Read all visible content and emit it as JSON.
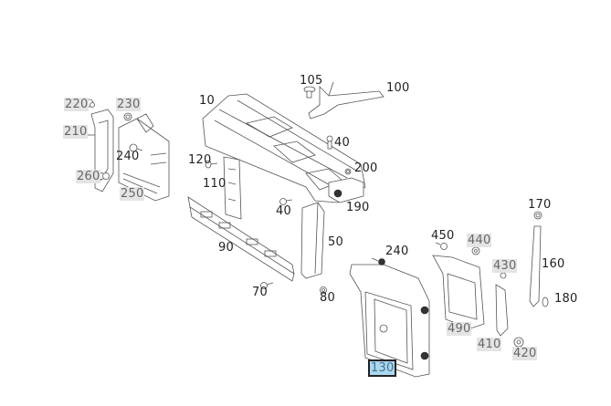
{
  "diagram": {
    "title": "Front end carrier parts diagram",
    "selected_part": "130",
    "colors": {
      "line": "#555555",
      "highlight_bg": "#e4e4e4",
      "selected_bg": "#a9d8f0",
      "selected_border": "#222222"
    },
    "labels": [
      {
        "id": "l10",
        "text": "10",
        "style": "normal"
      },
      {
        "id": "l40a",
        "text": "40",
        "style": "normal"
      },
      {
        "id": "l40b",
        "text": "40",
        "style": "normal"
      },
      {
        "id": "l50",
        "text": "50",
        "style": "normal"
      },
      {
        "id": "l70",
        "text": "70",
        "style": "normal"
      },
      {
        "id": "l80",
        "text": "80",
        "style": "normal"
      },
      {
        "id": "l90",
        "text": "90",
        "style": "normal"
      },
      {
        "id": "l100",
        "text": "100",
        "style": "normal"
      },
      {
        "id": "l105",
        "text": "105",
        "style": "normal"
      },
      {
        "id": "l110",
        "text": "110",
        "style": "normal"
      },
      {
        "id": "l120",
        "text": "120",
        "style": "normal"
      },
      {
        "id": "l130",
        "text": "130",
        "style": "selected"
      },
      {
        "id": "l160",
        "text": "160",
        "style": "normal"
      },
      {
        "id": "l170",
        "text": "170",
        "style": "normal"
      },
      {
        "id": "l180",
        "text": "180",
        "style": "normal"
      },
      {
        "id": "l190",
        "text": "190",
        "style": "normal"
      },
      {
        "id": "l200",
        "text": "200",
        "style": "normal"
      },
      {
        "id": "l210",
        "text": "210",
        "style": "highlighted"
      },
      {
        "id": "l220",
        "text": "220",
        "style": "highlighted"
      },
      {
        "id": "l230",
        "text": "230",
        "style": "highlighted"
      },
      {
        "id": "l240a",
        "text": "240",
        "style": "normal"
      },
      {
        "id": "l240b",
        "text": "240",
        "style": "normal"
      },
      {
        "id": "l250",
        "text": "250",
        "style": "highlighted"
      },
      {
        "id": "l260",
        "text": "260",
        "style": "highlighted"
      },
      {
        "id": "l410",
        "text": "410",
        "style": "highlighted"
      },
      {
        "id": "l420",
        "text": "420",
        "style": "highlighted"
      },
      {
        "id": "l430",
        "text": "430",
        "style": "highlighted"
      },
      {
        "id": "l440",
        "text": "440",
        "style": "highlighted"
      },
      {
        "id": "l450",
        "text": "450",
        "style": "normal"
      },
      {
        "id": "l490",
        "text": "490",
        "style": "highlighted"
      }
    ]
  }
}
